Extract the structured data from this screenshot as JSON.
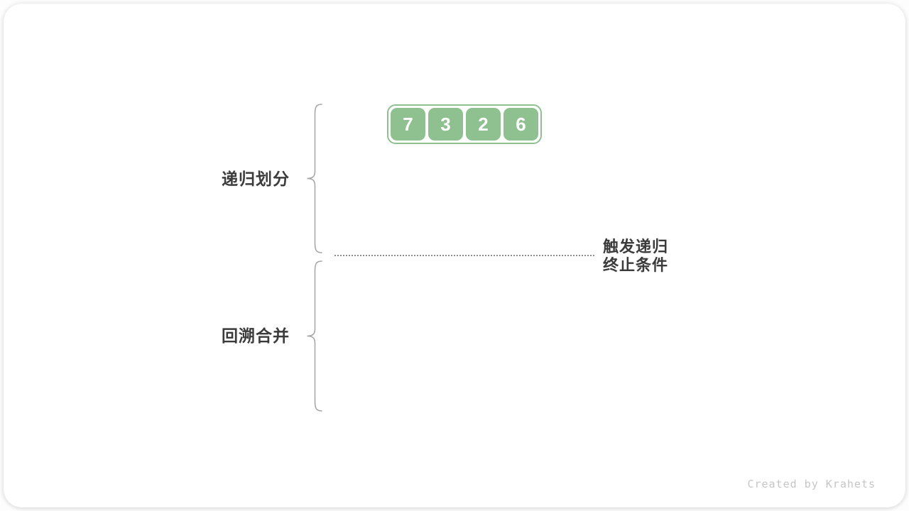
{
  "diagram": {
    "title_hint": "merge-sort recursive divide and merge diagram",
    "array": {
      "values": [
        "7",
        "3",
        "2",
        "6"
      ]
    },
    "phases": [
      {
        "label": "递归划分"
      },
      {
        "label": "回溯合并"
      }
    ],
    "termination_label": {
      "line1": "触发递归",
      "line2": "终止条件"
    },
    "credit": "Created by Krahets"
  },
  "colors": {
    "cell_green": "#8fc08f",
    "cell_text": "#ffffff",
    "label_text": "#3b3b3b",
    "brace_gray": "#a3a3a3",
    "dotted_line_gray": "#8c8c8c",
    "credit_gray": "#c6c6c6",
    "card_background": "#ffffff"
  }
}
